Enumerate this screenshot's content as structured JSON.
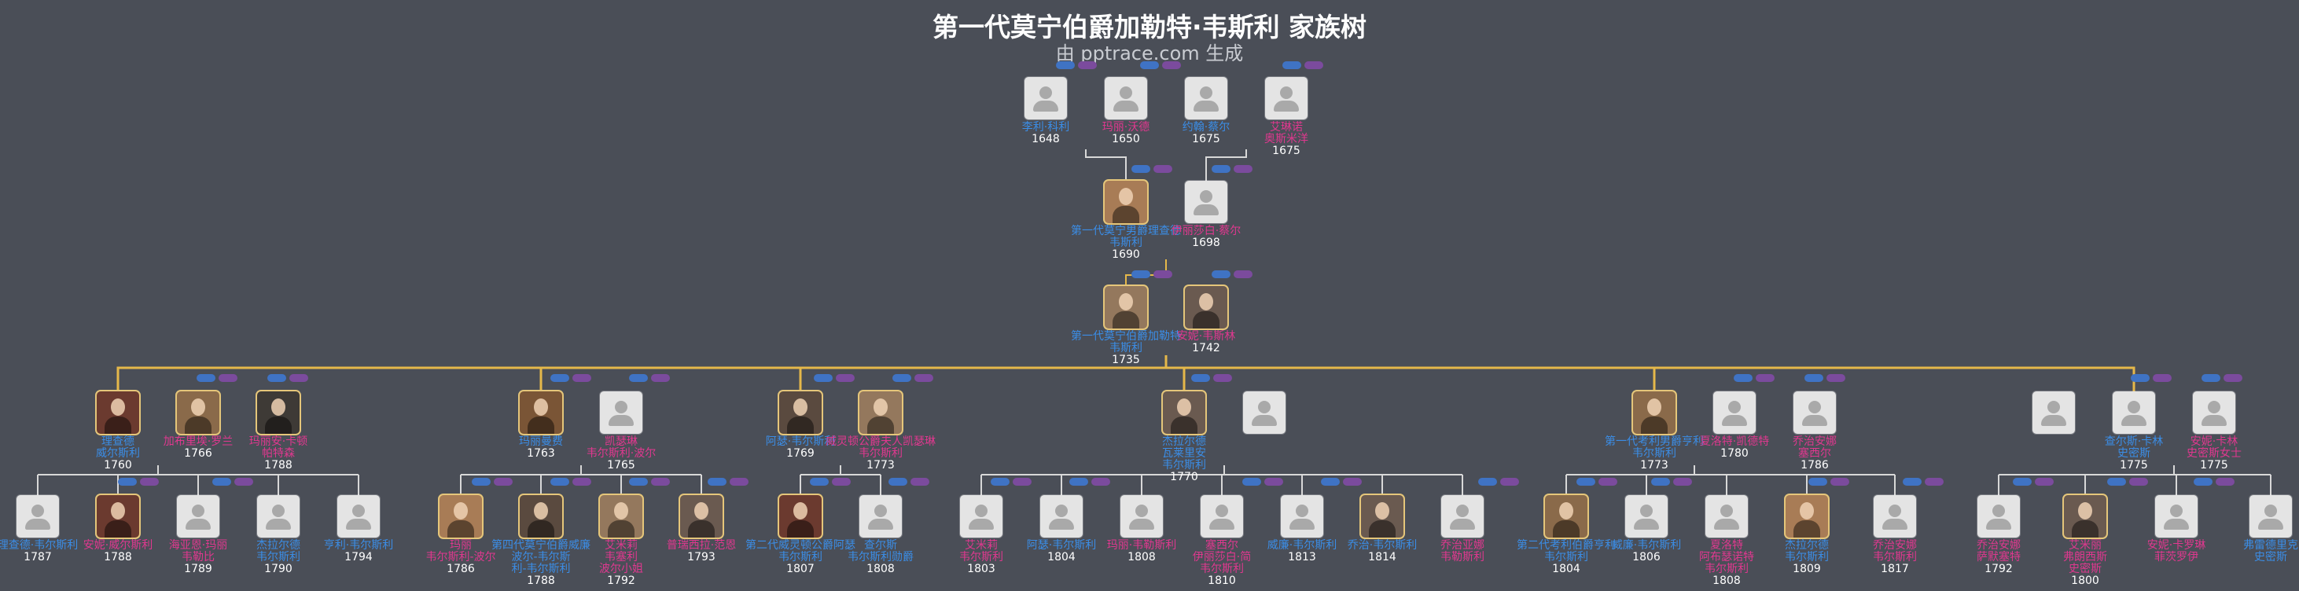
{
  "title": "第一代莫宁伯爵加勒特·韦斯利 家族树",
  "subtitle": "由 pptrace.com 生成",
  "colors": {
    "background": "#4a4e57",
    "male": "#3b8de6",
    "female": "#e0388f",
    "line_main": "#e5b84a",
    "line_other": "#d8d8d8"
  },
  "people": [
    {
      "id": "g1m",
      "name": "李利·科利",
      "year": "1648",
      "sex": "m",
      "photo": "silhouette-icon"
    },
    {
      "id": "g1f",
      "name": "玛丽·沃德",
      "year": "1650",
      "sex": "f",
      "photo": "silhouette-icon"
    },
    {
      "id": "g1m2",
      "name": "约翰·蔡尔",
      "year": "1675",
      "sex": "m",
      "photo": "silhouette-icon"
    },
    {
      "id": "g1f2",
      "name": "艾琳诺\n奥斯米洋",
      "year": "1675",
      "sex": "f",
      "photo": "silhouette-icon"
    },
    {
      "id": "g2m",
      "name": "第一代莫宁男爵理查德\n韦斯利",
      "year": "1690",
      "sex": "m",
      "photo": "portrait-icon"
    },
    {
      "id": "g2f",
      "name": "伊丽莎白·蔡尔",
      "year": "1698",
      "sex": "f",
      "photo": "silhouette-icon"
    },
    {
      "id": "g3m",
      "name": "第一代莫宁伯爵加勒特\n韦斯利",
      "year": "1735",
      "sex": "m",
      "photo": "portrait-icon"
    },
    {
      "id": "g3f",
      "name": "安妮·韦斯林",
      "year": "1742",
      "sex": "f",
      "photo": "portrait-icon"
    },
    {
      "id": "c1",
      "name": "理查德\n威尔斯利",
      "year": "1760",
      "sex": "m",
      "photo": "portrait-icon"
    },
    {
      "id": "c1w1",
      "name": "加布里埃·罗兰",
      "year": "1766",
      "sex": "f",
      "photo": "portrait-icon"
    },
    {
      "id": "c1w2",
      "name": "玛丽安·卡顿\n帕特森",
      "year": "1788",
      "sex": "f",
      "photo": "portrait-icon"
    },
    {
      "id": "c2",
      "name": "玛丽曼费",
      "year": "1763",
      "sex": "m",
      "photo": "portrait-icon"
    },
    {
      "id": "c2w",
      "name": "凯瑟琳\n韦尔斯利·波尔",
      "year": "1765",
      "sex": "f",
      "photo": "silhouette-icon"
    },
    {
      "id": "c3",
      "name": "阿瑟·韦尔斯利",
      "year": "1769",
      "sex": "m",
      "photo": "portrait-icon"
    },
    {
      "id": "c3w",
      "name": "威灵顿公爵夫人凯瑟琳\n韦尔斯利",
      "year": "1773",
      "sex": "f",
      "photo": "portrait-icon"
    },
    {
      "id": "c4",
      "name": "杰拉尔德\n瓦莱里安\n韦尔斯利",
      "year": "1770",
      "sex": "m",
      "photo": "portrait-icon"
    },
    {
      "id": "c4w",
      "name": "",
      "year": "",
      "sex": "f",
      "photo": "silhouette-icon"
    },
    {
      "id": "c5",
      "name": "第一代考利男爵亨利\n韦尔斯利",
      "year": "1773",
      "sex": "m",
      "photo": "portrait-icon"
    },
    {
      "id": "c5w1",
      "name": "夏洛特·凯德特",
      "year": "1780",
      "sex": "f",
      "photo": "silhouette-icon"
    },
    {
      "id": "c5w2",
      "name": "乔治安娜\n塞西尔",
      "year": "1786",
      "sex": "f",
      "photo": "silhouette-icon"
    },
    {
      "id": "c6",
      "name": "",
      "year": "",
      "sex": "m",
      "photo": "silhouette-icon"
    },
    {
      "id": "c6m",
      "name": "查尔斯·卡林\n史密斯",
      "year": "1775",
      "sex": "m",
      "photo": "silhouette-icon"
    },
    {
      "id": "c6w",
      "name": "安妮·卡林\n史密斯女士",
      "year": "1775",
      "sex": "f",
      "photo": "silhouette-icon"
    },
    {
      "id": "gc1",
      "name": "理查德·韦尔斯利",
      "year": "1787",
      "sex": "m",
      "photo": "silhouette-icon"
    },
    {
      "id": "gc2",
      "name": "安妮·威尔斯利",
      "year": "1788",
      "sex": "f",
      "photo": "portrait-icon"
    },
    {
      "id": "gc3",
      "name": "海亚恩·玛丽\n韦勒比",
      "year": "1789",
      "sex": "f",
      "photo": "silhouette-icon"
    },
    {
      "id": "gc4",
      "name": "杰拉尔德\n韦尔斯利",
      "year": "1790",
      "sex": "m",
      "photo": "silhouette-icon"
    },
    {
      "id": "gc5",
      "name": "亨利·韦尔斯利",
      "year": "1794",
      "sex": "m",
      "photo": "silhouette-icon"
    },
    {
      "id": "gc6",
      "name": "玛丽\n韦尔斯利-波尔",
      "year": "1786",
      "sex": "f",
      "photo": "portrait-icon"
    },
    {
      "id": "gc7",
      "name": "第四代莫宁伯爵威廉\n波尔-韦尔斯\n利-韦尔斯利",
      "year": "1788",
      "sex": "m",
      "photo": "portrait-icon"
    },
    {
      "id": "gc8",
      "name": "艾米莉\n韦塞利\n波尔小姐",
      "year": "1792",
      "sex": "f",
      "photo": "portrait-icon"
    },
    {
      "id": "gc9",
      "name": "普瑞西拉·范恩",
      "year": "1793",
      "sex": "f",
      "photo": "portrait-icon"
    },
    {
      "id": "gc10",
      "name": "第二代威灵顿公爵阿瑟\n韦尔斯利",
      "year": "1807",
      "sex": "m",
      "photo": "portrait-icon"
    },
    {
      "id": "gc11",
      "name": "查尔斯\n韦尔斯利勋爵",
      "year": "1808",
      "sex": "m",
      "photo": "silhouette-icon"
    },
    {
      "id": "gc12",
      "name": "艾米莉\n韦尔斯利",
      "year": "1803",
      "sex": "f",
      "photo": "silhouette-icon"
    },
    {
      "id": "gc13",
      "name": "阿瑟·韦尔斯利",
      "year": "1804",
      "sex": "m",
      "photo": "silhouette-icon"
    },
    {
      "id": "gc14",
      "name": "玛丽·韦勒斯利",
      "year": "1808",
      "sex": "f",
      "photo": "silhouette-icon"
    },
    {
      "id": "gc15",
      "name": "塞西尔\n伊丽莎白·简\n韦尔斯利",
      "year": "1810",
      "sex": "f",
      "photo": "silhouette-icon"
    },
    {
      "id": "gc16",
      "name": "威廉·韦尔斯利",
      "year": "1813",
      "sex": "m",
      "photo": "silhouette-icon"
    },
    {
      "id": "gc17",
      "name": "乔治·韦尔斯利",
      "year": "1814",
      "sex": "m",
      "photo": "portrait-icon"
    },
    {
      "id": "gc18",
      "name": "乔治亚娜\n韦勒斯利",
      "year": "",
      "sex": "f",
      "photo": "silhouette-icon"
    },
    {
      "id": "gc19",
      "name": "第二代考利伯爵亨利\n韦尔斯利",
      "year": "1804",
      "sex": "m",
      "photo": "portrait-icon"
    },
    {
      "id": "gc20",
      "name": "威廉·韦尔斯利",
      "year": "1806",
      "sex": "m",
      "photo": "silhouette-icon"
    },
    {
      "id": "gc21",
      "name": "夏洛特\n阿布瑟诺特\n韦尔斯利",
      "year": "1808",
      "sex": "f",
      "photo": "silhouette-icon"
    },
    {
      "id": "gc22",
      "name": "杰拉尔德\n韦尔斯利",
      "year": "1809",
      "sex": "m",
      "photo": "portrait-icon"
    },
    {
      "id": "gc23",
      "name": "乔治安娜\n韦尔斯利",
      "year": "1817",
      "sex": "f",
      "photo": "silhouette-icon"
    },
    {
      "id": "gc24",
      "name": "乔治安娜\n萨默塞特",
      "year": "1792",
      "sex": "f",
      "photo": "silhouette-icon"
    },
    {
      "id": "gc25",
      "name": "艾米丽\n弗朗西斯\n史密斯",
      "year": "1800",
      "sex": "f",
      "photo": "portrait-icon"
    },
    {
      "id": "gc26",
      "name": "安妮·卡罗琳\n菲茨罗伊",
      "year": "",
      "sex": "f",
      "photo": "silhouette-icon"
    },
    {
      "id": "gc27",
      "name": "弗雷德里克\n史密斯",
      "year": "",
      "sex": "m",
      "photo": "silhouette-icon"
    }
  ]
}
